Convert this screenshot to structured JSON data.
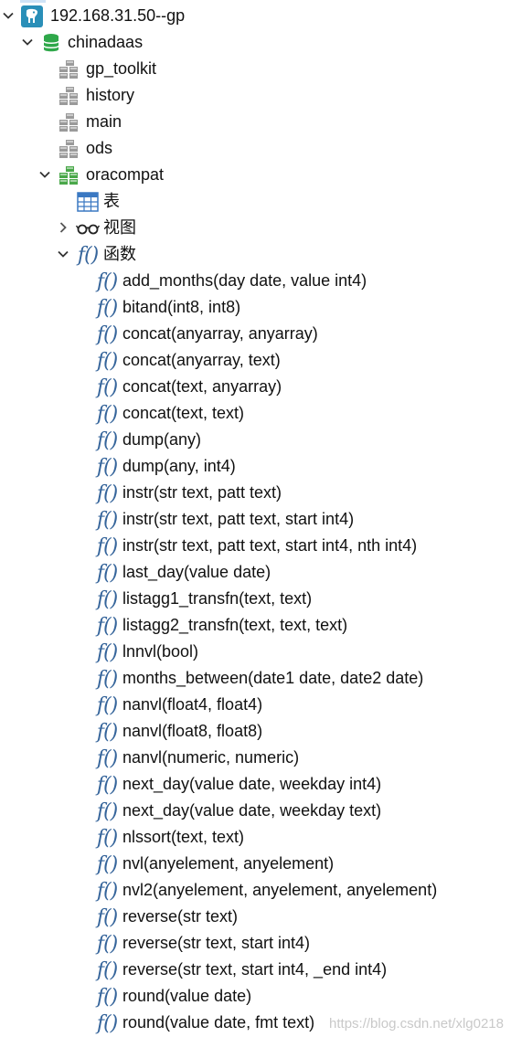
{
  "tree": {
    "connection": {
      "label": "192.168.31.50--gp",
      "icon": "postgres-elephant-icon"
    },
    "database": {
      "label": "chinadaas",
      "icon": "database-icon"
    },
    "schemas": [
      {
        "label": "gp_toolkit",
        "icon": "schema-icon"
      },
      {
        "label": "history",
        "icon": "schema-icon"
      },
      {
        "label": "main",
        "icon": "schema-icon"
      },
      {
        "label": "ods",
        "icon": "schema-icon"
      },
      {
        "label": "oracompat",
        "icon": "schema-active-icon"
      }
    ],
    "tables_node": {
      "label": "表",
      "icon": "table-icon"
    },
    "views_node": {
      "label": "视图",
      "icon": "glasses-icon"
    },
    "functions_node": {
      "label": "函数",
      "icon": "function-icon"
    },
    "functions": [
      "add_months(day date, value int4)",
      "bitand(int8, int8)",
      "concat(anyarray, anyarray)",
      "concat(anyarray, text)",
      "concat(text, anyarray)",
      "concat(text, text)",
      "dump(any)",
      "dump(any, int4)",
      "instr(str text, patt text)",
      "instr(str text, patt text, start int4)",
      "instr(str text, patt text, start int4, nth int4)",
      "last_day(value date)",
      "listagg1_transfn(text, text)",
      "listagg2_transfn(text, text, text)",
      "lnnvl(bool)",
      "months_between(date1 date, date2 date)",
      "nanvl(float4, float4)",
      "nanvl(float8, float8)",
      "nanvl(numeric, numeric)",
      "next_day(value date, weekday int4)",
      "next_day(value date, weekday text)",
      "nlssort(text, text)",
      "nvl(anyelement, anyelement)",
      "nvl2(anyelement, anyelement, anyelement)",
      "reverse(str text)",
      "reverse(str text, start int4)",
      "reverse(str text, start int4, _end int4)",
      "round(value date)",
      "round(value date, fmt text)"
    ],
    "function_icon_glyph": "f()"
  },
  "watermark": "https://blog.csdn.net/xlg0218",
  "colors": {
    "fn_icon": "#36659b",
    "db_green": "#2fa84a",
    "schema_grey": "#9a9a9a",
    "schema_green": "#4aa84a",
    "table_blue": "#3a78c2"
  }
}
